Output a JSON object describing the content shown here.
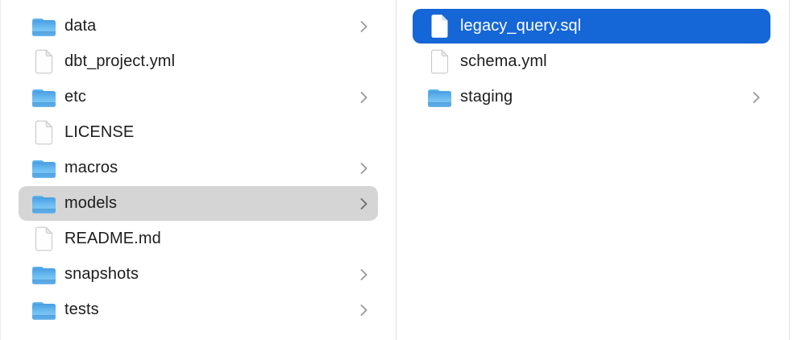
{
  "app": "finder-column-view",
  "colors": {
    "selection_blue": "#1566d6",
    "selection_gray": "#d5d5d5",
    "text": "#1d1d1f",
    "text_selected": "#ffffff",
    "divider": "#e2e2e2",
    "chevron": "#9b9b9b",
    "folder_blue_top": "#4aa1e5",
    "folder_blue_bottom": "#7ec5f3"
  },
  "columns": [
    {
      "name": "left",
      "items": [
        {
          "label": "data",
          "type": "folder",
          "chevron": true,
          "selected": false,
          "selection_style": null
        },
        {
          "label": "dbt_project.yml",
          "type": "file",
          "chevron": false,
          "selected": false,
          "selection_style": null
        },
        {
          "label": "etc",
          "type": "folder",
          "chevron": true,
          "selected": false,
          "selection_style": null
        },
        {
          "label": "LICENSE",
          "type": "file",
          "chevron": false,
          "selected": false,
          "selection_style": null
        },
        {
          "label": "macros",
          "type": "folder",
          "chevron": true,
          "selected": false,
          "selection_style": null
        },
        {
          "label": "models",
          "type": "folder",
          "chevron": true,
          "selected": true,
          "selection_style": "inactive-gray"
        },
        {
          "label": "README.md",
          "type": "file",
          "chevron": false,
          "selected": false,
          "selection_style": null
        },
        {
          "label": "snapshots",
          "type": "folder",
          "chevron": true,
          "selected": false,
          "selection_style": null
        },
        {
          "label": "tests",
          "type": "folder",
          "chevron": true,
          "selected": false,
          "selection_style": null
        }
      ]
    },
    {
      "name": "right",
      "items": [
        {
          "label": "legacy_query.sql",
          "type": "file",
          "chevron": false,
          "selected": true,
          "selection_style": "active-blue"
        },
        {
          "label": "schema.yml",
          "type": "file",
          "chevron": false,
          "selected": false,
          "selection_style": null
        },
        {
          "label": "staging",
          "type": "folder",
          "chevron": true,
          "selected": false,
          "selection_style": null
        }
      ]
    }
  ]
}
